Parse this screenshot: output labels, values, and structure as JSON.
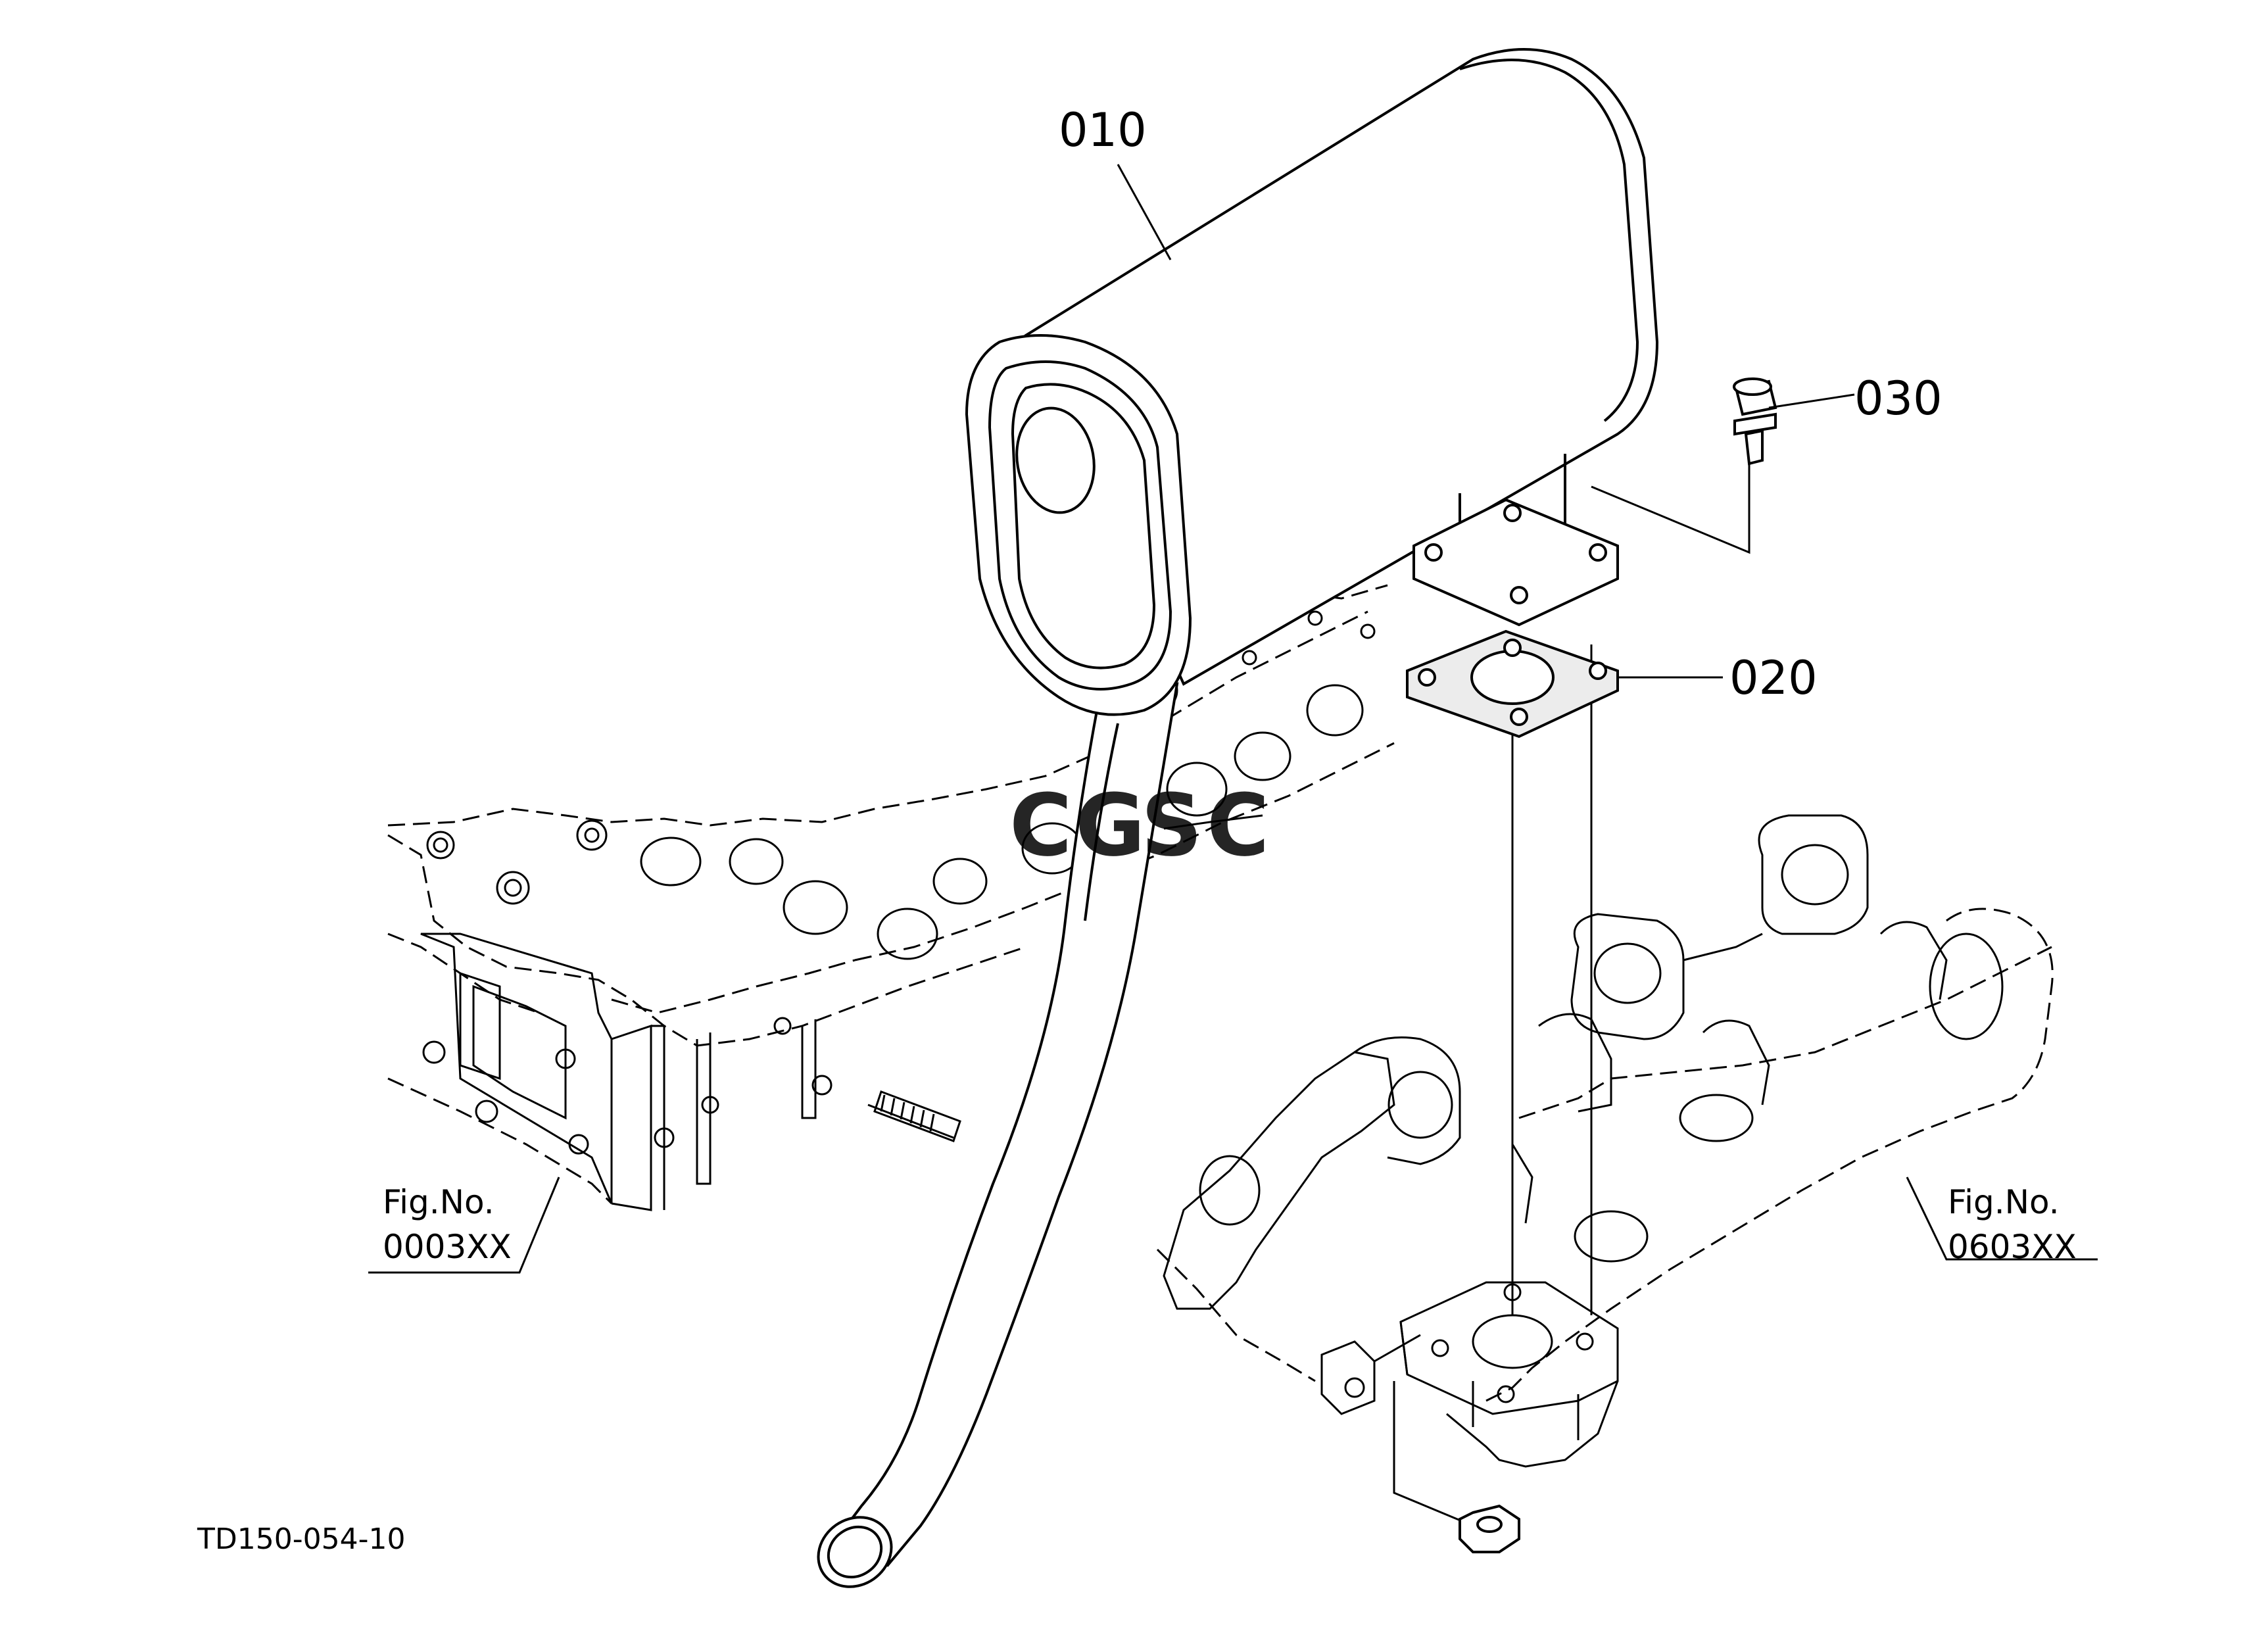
{
  "callouts": {
    "muffler": "010",
    "gasket": "020",
    "bolt": "030"
  },
  "references": {
    "left": {
      "label": "Fig.No.",
      "number": "0003XX"
    },
    "right": {
      "label": "Fig.No.",
      "number": "0603XX"
    }
  },
  "drawing_number": "TD150-054-10",
  "watermark": {
    "text": "CGSC",
    "letters": [
      "C",
      "G",
      "S",
      "C"
    ],
    "colors": [
      "#4a86e8",
      "#e06666",
      "#f1c232",
      "#6aa84f"
    ]
  },
  "colors": {
    "line": "#000000",
    "background": "#ffffff"
  }
}
